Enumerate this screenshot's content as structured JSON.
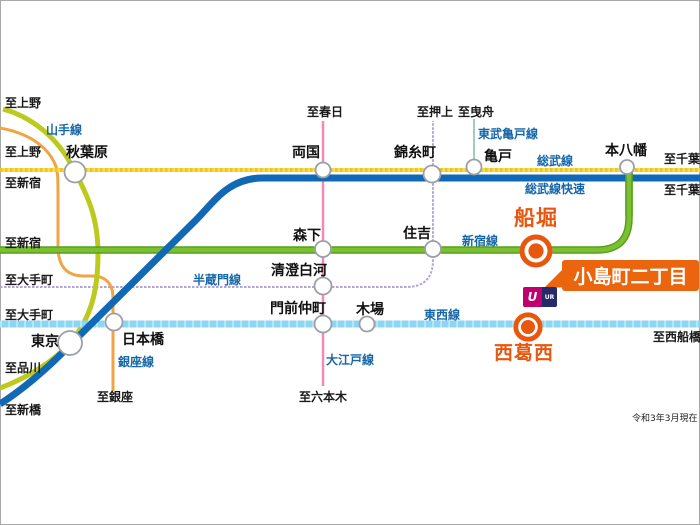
{
  "note": "令和3年3月現在",
  "colors": {
    "highlight_orange": "#e8570e",
    "bubble_orange": "#ea650e",
    "label_blue": "#1566a8",
    "yamanote_line": "#bcca1e",
    "sobu_local_line": "#ecc51d",
    "sobu_rapid_line": "#1169b5",
    "shinjuku_line": "#6fb72c",
    "tozai_line": "#8cd6f3",
    "ginza_line": "#f0a445",
    "oedo_line": "#f08ab8",
    "hanzomon_line": "#b2a2d8",
    "tobu_kameido_line": "#a5cbc1",
    "ur_magenta": "#c0006e",
    "ur_navy": "#252a6a"
  },
  "line_labels": {
    "yamanote": "山手線",
    "sobu": "総武線",
    "sobu_rapid": "総武線快速",
    "tobu_kameido": "東武亀戸線",
    "shinjuku": "新宿線",
    "hanzomon": "半蔵門線",
    "tozai": "東西線",
    "ginza": "銀座線",
    "oedo": "大江戸線"
  },
  "stations": {
    "akihabara": "秋葉原",
    "ryogoku": "両国",
    "kinshicho": "錦糸町",
    "kameido": "亀戸",
    "motoyawata": "本八幡",
    "tokyo": "東京",
    "nihombashi": "日本橋",
    "morishita": "森下",
    "sumiyoshi": "住吉",
    "kiyosumi_shirakawa": "清澄白河",
    "monzen_nakacho": "門前仲町",
    "kiba": "木場",
    "funabori": "船堀",
    "nishi_kasai": "西葛西"
  },
  "directions": {
    "ueno1": "至上野",
    "ueno2": "至上野",
    "shinjuku1": "至新宿",
    "shinjuku2": "至新宿",
    "otemachi1": "至大手町",
    "otemachi2": "至大手町",
    "shinagawa": "至品川",
    "shimbashi": "至新橋",
    "kasuga": "至春日",
    "oshiage": "至押上",
    "hikifune": "至曳舟",
    "chiba1": "至千葉",
    "chiba2": "至千葉",
    "nishi_funabashi": "至西船橋",
    "ginza": "至銀座",
    "roppongi": "至六本木"
  },
  "callout": {
    "text": "小島町二丁目"
  },
  "ur_badge": {
    "u": "U",
    "ur": "UR"
  }
}
